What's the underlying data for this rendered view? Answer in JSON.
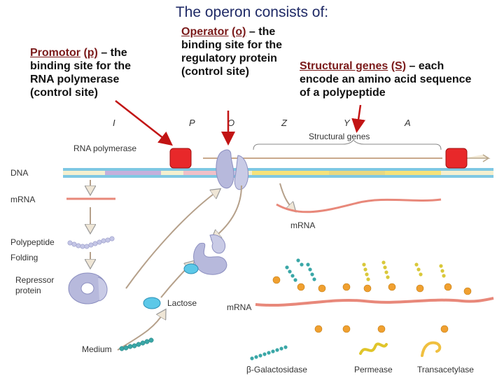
{
  "title": "The operon consists of:",
  "callouts": {
    "promoter": {
      "term": "Promotor",
      "abbr": "(p)",
      "text1": " – the binding site for the RNA polymerase (control site)"
    },
    "operator": {
      "term": "Operator",
      "abbr": "(o)",
      "text1": " – the binding site for the regulatory protein (control site)"
    },
    "structural": {
      "term": "Structural genes",
      "abbr": "(S)",
      "text1": " – each encode an amino acid sequence of a polypeptide"
    }
  },
  "genes": {
    "i": "I",
    "p": "P",
    "o": "O",
    "z": "Z",
    "y": "Y",
    "a": "A"
  },
  "labels": {
    "structural_genes": "Structural genes",
    "rna_polymerase": "RNA polymerase",
    "dna": "DNA",
    "mrna_left": "mRNA",
    "polypeptide": "Polypeptide",
    "folding": "Folding",
    "repressor": "Repressor",
    "protein": "protein",
    "lactose": "Lactose",
    "mrna_right": "mRNA",
    "mrna_bottom": "mRNA",
    "medium": "Medium",
    "galactosidase": "β-Galactosidase",
    "permease": "Permease",
    "transacetylase": "Transacetylase"
  },
  "colors": {
    "title": "#1f2a66",
    "arrow": "#c21414",
    "polymerase": "#e8282a",
    "dna_blue": "#7ec8e3",
    "repressor": "#b7b9dc",
    "lactose": "#5cc8e8",
    "mrna": "#e8887a",
    "bead_orange": "#f0a030",
    "bead_teal": "#3aa7a7"
  }
}
